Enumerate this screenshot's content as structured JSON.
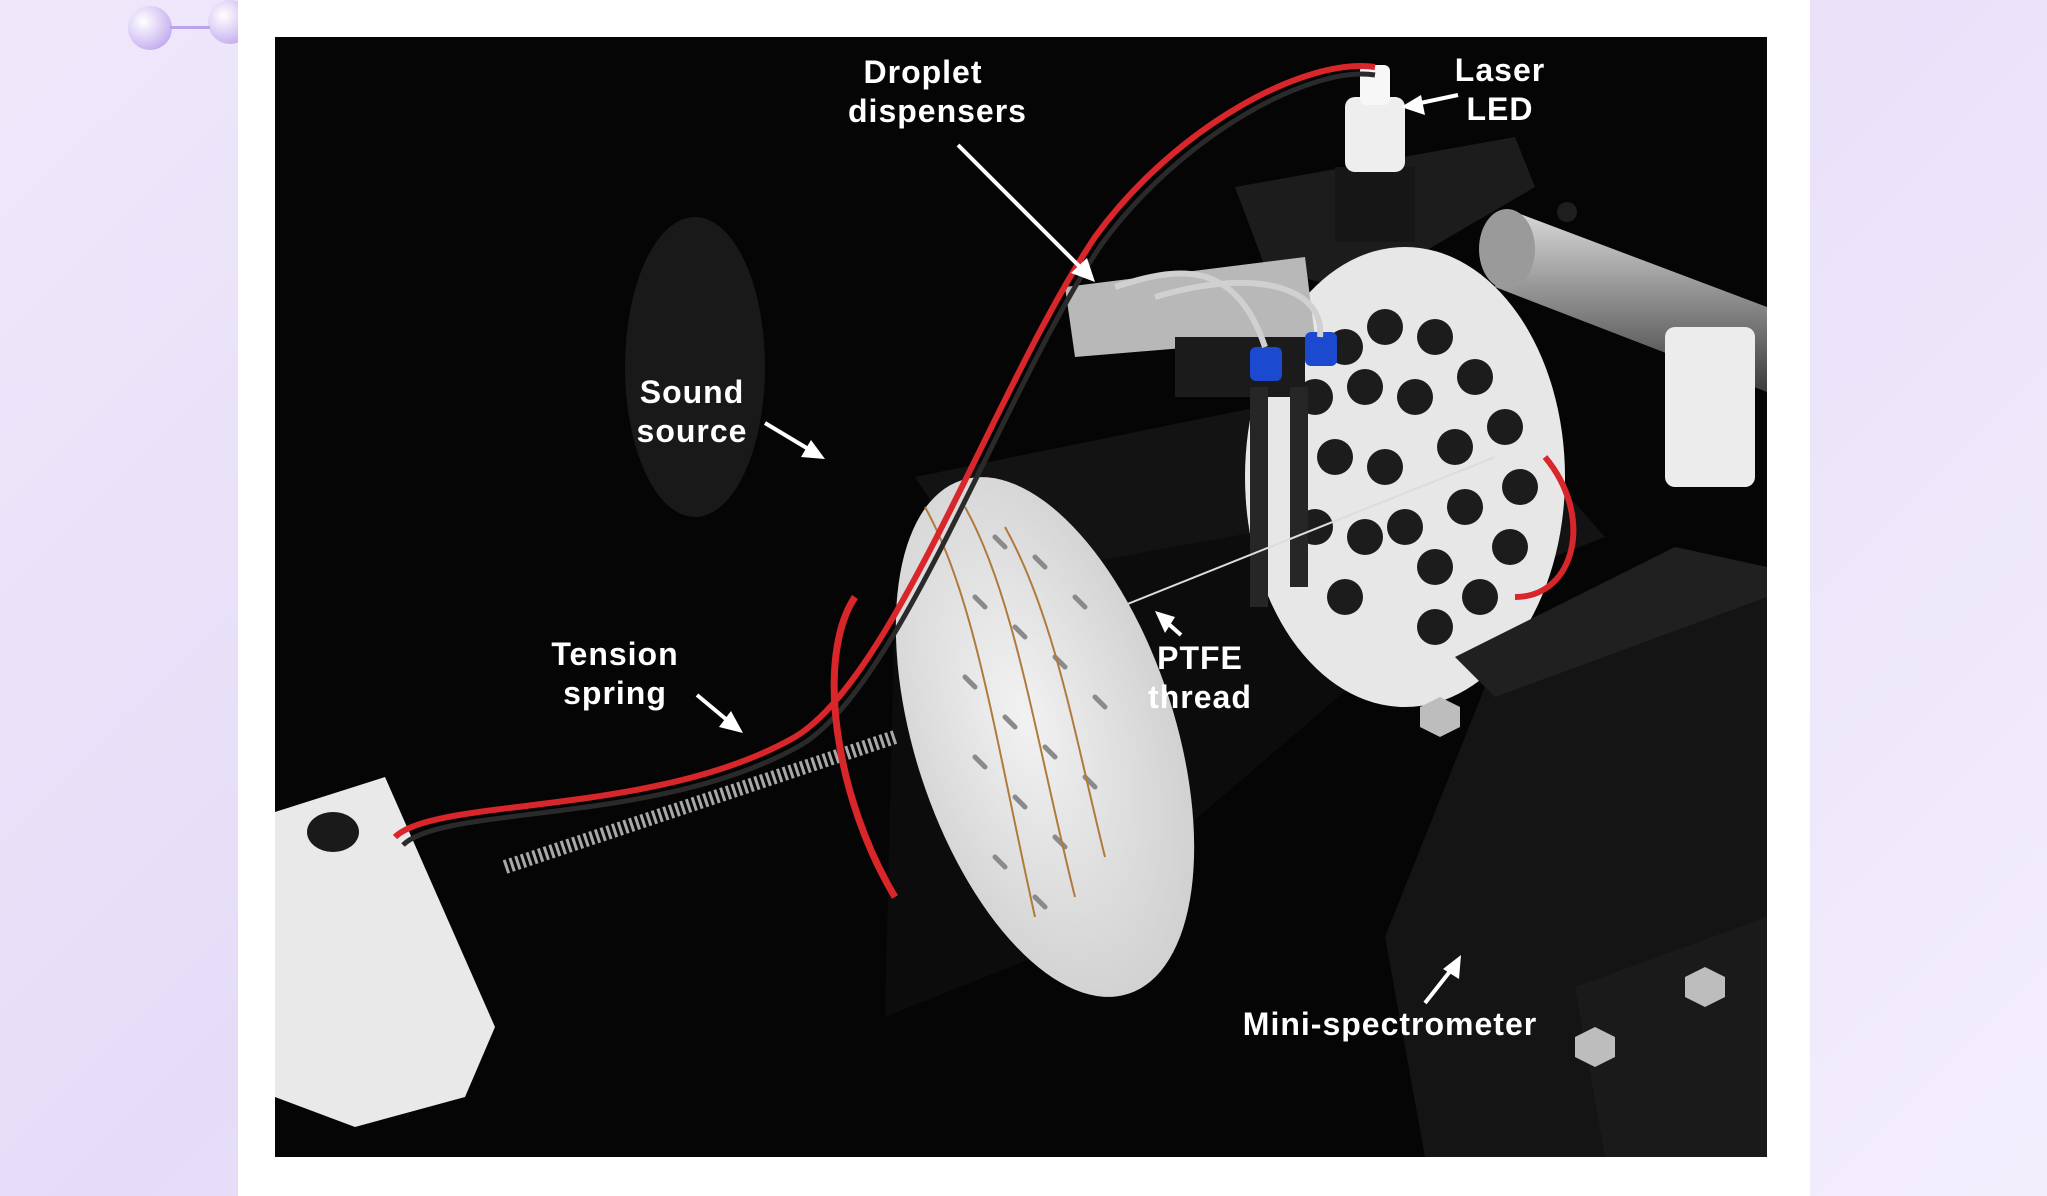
{
  "labels": {
    "droplet_dispensers_line1": "Droplet",
    "droplet_dispensers_line2": "dispensers",
    "laser_led_line1": "Laser",
    "laser_led_line2": "LED",
    "sound_source_line1": "Sound",
    "sound_source_line2": "source",
    "tension_spring_line1": "Tension",
    "tension_spring_line2": "spring",
    "ptfe_thread_line1": "PTFE",
    "ptfe_thread_line2": "thread",
    "mini_spectrometer": "Mini-spectrometer"
  },
  "colors": {
    "background": "#050505",
    "label_text": "#ffffff",
    "wire_red": "#d8262a",
    "dispenser_cap": "#1b49d0"
  }
}
